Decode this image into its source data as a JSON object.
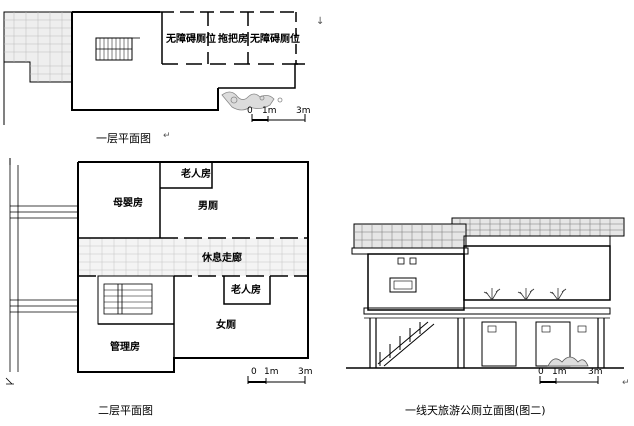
{
  "plans": {
    "floor1": {
      "caption": "一层平面图",
      "rooms": {
        "accessible_toilet_1": "无障碍厕位",
        "mop_room": "拖把房",
        "accessible_toilet_2": "无障碍厕位"
      }
    },
    "floor2": {
      "caption": "二层平面图",
      "rooms": {
        "elderly_room_top": "老人房",
        "mother_baby_room": "母婴房",
        "mens_toilet": "男厕",
        "rest_corridor": "休息走廊",
        "elderly_room_lower": "老人房",
        "womens_toilet": "女厕",
        "management_room": "管理房"
      }
    },
    "elevation": {
      "caption": "一线天旅游公厕立面图(图二)"
    }
  },
  "scale_bar": {
    "ticks": [
      "0",
      "1m",
      "3m"
    ]
  },
  "colors": {
    "line": "#000000",
    "hatch": "#9a9a9a"
  }
}
